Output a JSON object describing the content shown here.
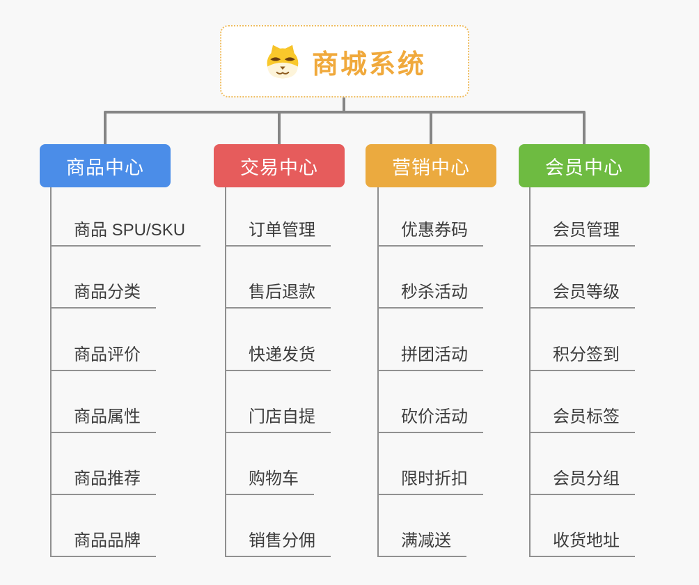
{
  "root": {
    "title": "商城系统",
    "icon": "shiba-dog-icon",
    "title_color": "#f0a93c",
    "border_color": "#efbd60"
  },
  "branches": [
    {
      "label": "商品中心",
      "color": "#4b8de8",
      "items": [
        "商品 SPU/SKU",
        "商品分类",
        "商品评价",
        "商品属性",
        "商品推荐",
        "商品品牌"
      ]
    },
    {
      "label": "交易中心",
      "color": "#e65c5c",
      "items": [
        "订单管理",
        "售后退款",
        "快递发货",
        "门店自提",
        "购物车",
        "销售分佣"
      ]
    },
    {
      "label": "营销中心",
      "color": "#ebaa3f",
      "items": [
        "优惠券码",
        "秒杀活动",
        "拼团活动",
        "砍价活动",
        "限时折扣",
        "满减送"
      ]
    },
    {
      "label": "会员中心",
      "color": "#6ebb41",
      "items": [
        "会员管理",
        "会员等级",
        "积分签到",
        "会员标签",
        "会员分组",
        "收货地址"
      ]
    }
  ],
  "colors": {
    "background": "#f8f8f8",
    "tree_connector": "#858585",
    "item_line": "#919191",
    "item_text": "#3c3c3c"
  }
}
